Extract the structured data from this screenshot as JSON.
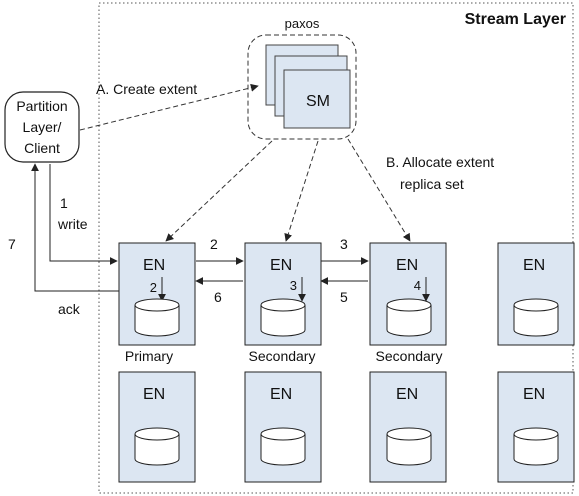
{
  "layer_title": "Stream Layer",
  "paxos_label": "paxos",
  "sm_label": "SM",
  "client_label": [
    "Partition",
    "Layer/",
    "Client"
  ],
  "steps": {
    "create_extent": "A. Create extent",
    "allocate_line1": "B. Allocate extent",
    "allocate_line2": "replica set",
    "write_num": "1",
    "write_label": "write",
    "ack_num": "7",
    "ack_label": "ack",
    "p_to_s1": "2",
    "s1_to_s2": "3",
    "s2_to_s1": "5",
    "s1_to_p": "6",
    "primary_disk": "2",
    "secondary1_disk": "3",
    "secondary2_disk": "4"
  },
  "node_label": "EN",
  "roles": {
    "primary": "Primary",
    "secondary1": "Secondary",
    "secondary2": "Secondary"
  },
  "colors": {
    "node_fill": "#dce6f2",
    "stroke": "#222222",
    "dashed": "#333333"
  }
}
